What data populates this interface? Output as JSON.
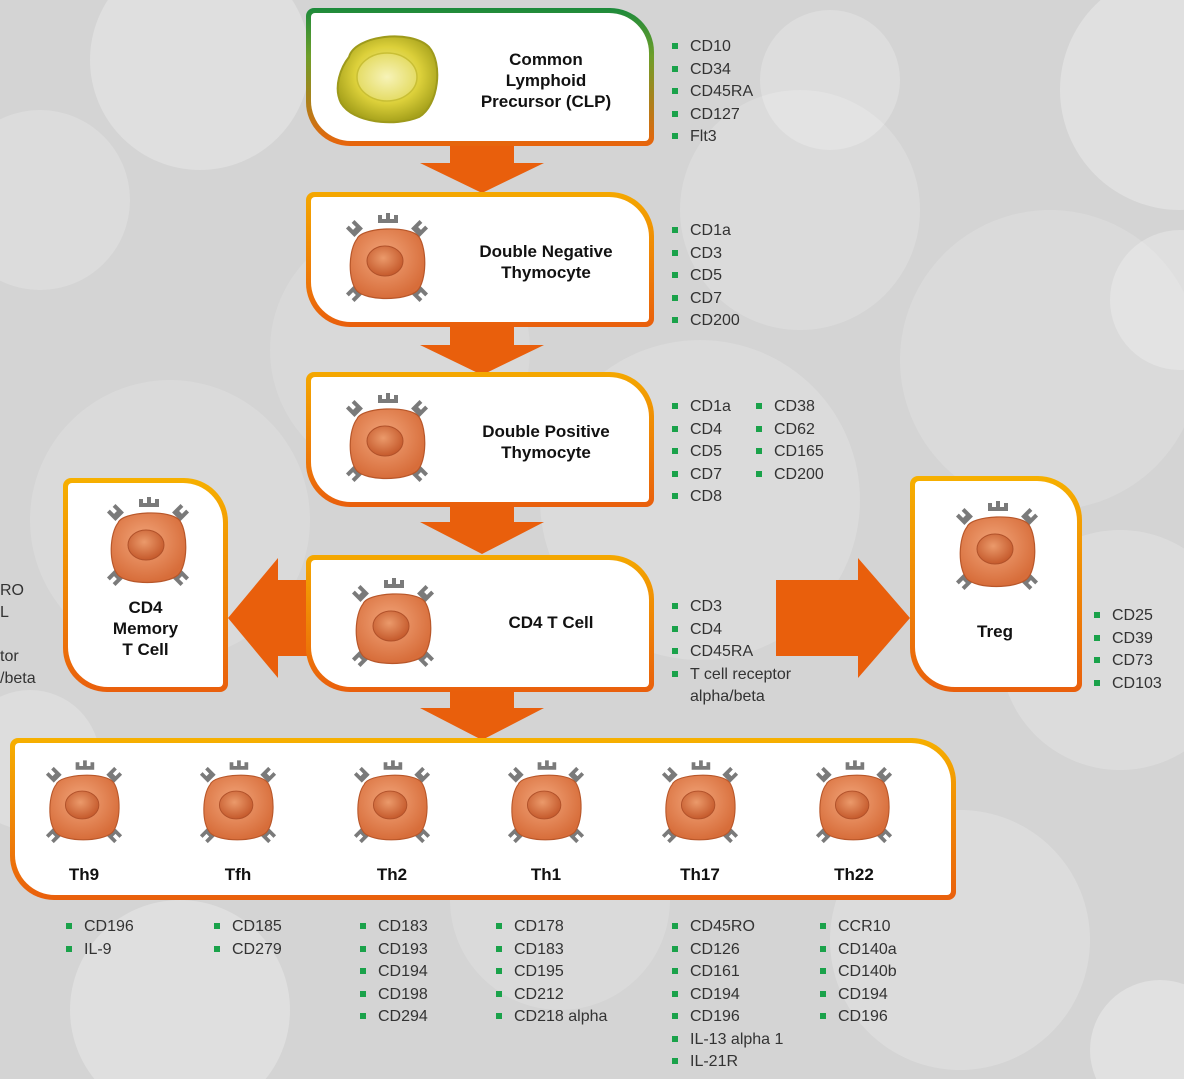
{
  "colors": {
    "background": "#d4d4d4",
    "arrow": "#e95f0c",
    "marker_bullet": "#1aa24a",
    "cell_body": "#e0814f",
    "receptor": "#777777"
  },
  "icons": {
    "stem_cell": "stem-cell-icon",
    "t_cell": "t-cell-icon",
    "bullet": "square-bullet-icon"
  },
  "clp": {
    "title": [
      "Common",
      "Lymphoid",
      "Precursor (CLP)"
    ],
    "markers": [
      "CD10",
      "CD34",
      "CD45RA",
      "CD127",
      "Flt3"
    ]
  },
  "dn": {
    "title": [
      "Double Negative",
      "Thymocyte"
    ],
    "markers": [
      "CD1a",
      "CD3",
      "CD5",
      "CD7",
      "CD200"
    ]
  },
  "dp": {
    "title": [
      "Double Positive",
      "Thymocyte"
    ],
    "markers_col1": [
      "CD1a",
      "CD4",
      "CD5",
      "CD7",
      "CD8"
    ],
    "markers_col2": [
      "CD38",
      "CD62",
      "CD165",
      "CD200"
    ]
  },
  "cd4": {
    "title": "CD4 T Cell",
    "markers": [
      "CD3",
      "CD4",
      "CD45RA",
      "T cell receptor alpha/beta"
    ]
  },
  "memory": {
    "title": [
      "CD4",
      "Memory",
      "T Cell"
    ],
    "partial_markers": [
      "RO",
      "L",
      "",
      "tor",
      "/beta"
    ]
  },
  "treg": {
    "title": "Treg",
    "markers": [
      "CD25",
      "CD39",
      "CD73",
      "CD103"
    ]
  },
  "subsets": [
    {
      "name": "Th9",
      "markers": [
        "CD196",
        "IL-9"
      ]
    },
    {
      "name": "Tfh",
      "markers": [
        "CD185",
        "CD279"
      ]
    },
    {
      "name": "Th2",
      "markers": [
        "CD183",
        "CD193",
        "CD194",
        "CD198",
        "CD294"
      ]
    },
    {
      "name": "Th1",
      "markers": [
        "CD178",
        "CD183",
        "CD195",
        "CD212",
        "CD218 alpha"
      ]
    },
    {
      "name": "Th17",
      "markers": [
        "CD45RO",
        "CD126",
        "CD161",
        "CD194",
        "CD196",
        "IL-13 alpha 1",
        "IL-21R"
      ]
    },
    {
      "name": "Th22",
      "markers": [
        "CCR10",
        "CD140a",
        "CD140b",
        "CD194",
        "CD196"
      ]
    }
  ]
}
